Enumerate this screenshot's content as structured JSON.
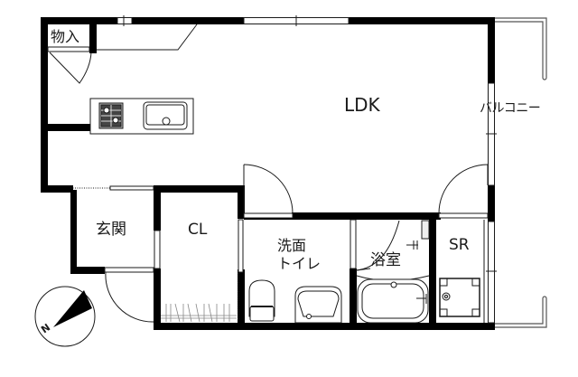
{
  "floor_plan": {
    "rooms": {
      "ldk": "LDK",
      "storage": "物入",
      "balcony": "バルコニー",
      "entrance": "玄関",
      "closet": "CL",
      "washroom": "洗面",
      "toilet": "トイレ",
      "bathroom": "浴室",
      "storage_room": "SR"
    },
    "compass": {
      "north_label": "N"
    },
    "colors": {
      "wall": "#000000",
      "line": "#1a1a1a",
      "background": "#ffffff",
      "fixture_fill": "#e8e8e8"
    }
  }
}
